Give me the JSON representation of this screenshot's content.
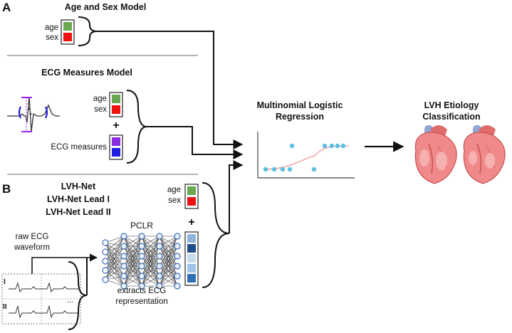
{
  "panel_a": {
    "letter": "A",
    "age_sex_model": {
      "title": "Age and Sex Model",
      "age_label": "age",
      "sex_label": "sex"
    },
    "ecg_measures_model": {
      "title": "ECG Measures Model",
      "age_label": "age",
      "sex_label": "sex",
      "plus": "+",
      "measures_label": "ECG measures"
    }
  },
  "panel_b": {
    "letter": "B",
    "models": [
      "LVH-Net",
      "LVH-Net Lead I",
      "LVH-Net Lead II"
    ],
    "raw_ecg_label_line1": "raw ECG",
    "raw_ecg_label_line2": "waveform",
    "lead_labels": [
      "I",
      "II"
    ],
    "ellipsis": "...",
    "network_label": "PCLR",
    "network_caption_line1": "extracts ECG",
    "network_caption_line2": "representation",
    "age_label": "age",
    "sex_label": "sex",
    "plus": "+"
  },
  "regression": {
    "title_line1": "Multinomial Logistic",
    "title_line2": "Regression"
  },
  "output": {
    "title_line1": "LVH Etiology",
    "title_line2": "Classification"
  },
  "colors": {
    "age": "#6aa84f",
    "sex": "#ee1111",
    "measure1": "#8b2be2",
    "measure2": "#1f1fe0",
    "points": "#5bc0de",
    "curve": "#f4a6a6",
    "embedding": [
      "#8fb4d9",
      "#1f4e8c",
      "#c7dbef",
      "#9fc3e7",
      "#2f6eb5"
    ],
    "neuron": "#3b6fb6"
  }
}
